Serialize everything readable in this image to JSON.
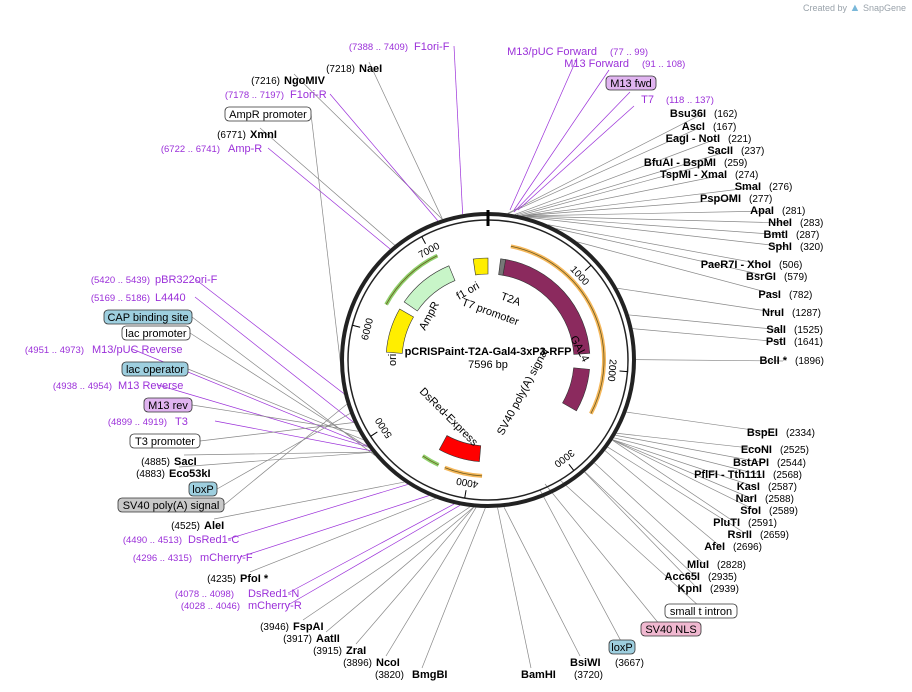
{
  "brand": {
    "created_by": "Created by",
    "name": "SnapGene"
  },
  "plasmid": {
    "name": "pCRISPaint-T2A-Gal4-3xP3-RFP",
    "length": "7596 bp",
    "total_bp": 7596
  },
  "ticks": [
    {
      "label": "1000",
      "bp": 1000
    },
    {
      "label": "2000",
      "bp": 2000
    },
    {
      "label": "3000",
      "bp": 3000
    },
    {
      "label": "4000",
      "bp": 4000
    },
    {
      "label": "5000",
      "bp": 5000
    },
    {
      "label": "6000",
      "bp": 6000
    },
    {
      "label": "7000",
      "bp": 7000
    }
  ],
  "features": [
    {
      "name": "GAL4",
      "start": 210,
      "end": 1820,
      "color": "#8b2a5e",
      "ring": "inner",
      "label_on_arc": true
    },
    {
      "name": "SV40 poly(A) signal",
      "start": 2010,
      "end": 2530,
      "color": "#8b2a5e",
      "ring": "inner",
      "label_on_arc": false
    },
    {
      "name": "DsRed-Express",
      "start": 3900,
      "end": 4400,
      "color": "#ff0000",
      "ring": "inner",
      "label_on_arc": false
    },
    {
      "name": "ori",
      "start": 5790,
      "end": 6330,
      "color": "#ffee00",
      "ring": "inner",
      "label_on_arc": true
    },
    {
      "name": "AmpR",
      "start": 6430,
      "end": 7120,
      "color": "#c8f5c8",
      "ring": "inner",
      "label_on_arc": false
    },
    {
      "name": "f1 ori",
      "start": 7420,
      "end": 7596,
      "color": "#ffee00",
      "ring": "inner",
      "label_on_arc": false
    },
    {
      "name": "T2A",
      "start": 150,
      "end": 210,
      "color": "#777777",
      "ring": "inner",
      "label_on_arc": false
    }
  ],
  "feature_labels": [
    {
      "text": "GAL4"
    },
    {
      "text": "SV40 poly(A) signal"
    },
    {
      "text": "DsRed-Express"
    },
    {
      "text": "ori"
    },
    {
      "text": "AmpR"
    },
    {
      "text": "f1 ori"
    },
    {
      "text": "T2A"
    },
    {
      "text": "T7 promoter"
    }
  ],
  "outer_arcs": [
    {
      "start": 240,
      "end": 2480,
      "color": "#f5b75a"
    },
    {
      "start": 3860,
      "end": 4260,
      "color": "#f5b75a"
    },
    {
      "start": 4330,
      "end": 4520,
      "color": "#8fd16c"
    },
    {
      "start": 6300,
      "end": 7050,
      "color": "#8fd16c"
    }
  ],
  "right_labels": [
    {
      "name": "Bsu36I",
      "pos": "(162)",
      "bp": 162
    },
    {
      "name": "AscI",
      "pos": "(167)",
      "bp": 167
    },
    {
      "name": "EagI   - NotI",
      "pos": "(221)",
      "bp": 221
    },
    {
      "name": "SacII",
      "pos": "(237)",
      "bp": 237
    },
    {
      "name": "BfuAI   - BspMI",
      "pos": "(259)",
      "bp": 259
    },
    {
      "name": "TspMI   - XmaI",
      "pos": "(274)",
      "bp": 274
    },
    {
      "name": "SmaI",
      "pos": "(276)",
      "bp": 276
    },
    {
      "name": "PspOMI",
      "pos": "(277)",
      "bp": 277
    },
    {
      "name": "ApaI",
      "pos": "(281)",
      "bp": 281
    },
    {
      "name": "NheI",
      "pos": "(283)",
      "bp": 283
    },
    {
      "name": "BmtI",
      "pos": "(287)",
      "bp": 287
    },
    {
      "name": "SphI",
      "pos": "(320)",
      "bp": 320
    },
    {
      "name": "PaeR7I   - XhoI",
      "pos": "(506)",
      "bp": 506
    },
    {
      "name": "BsrGI",
      "pos": "(579)",
      "bp": 579
    },
    {
      "name": "PasI",
      "pos": "(782)",
      "bp": 782
    },
    {
      "name": "NruI",
      "pos": "(1287)",
      "bp": 1287
    },
    {
      "name": "SalI",
      "pos": "(1525)",
      "bp": 1525
    },
    {
      "name": "PstI",
      "pos": "(1641)",
      "bp": 1641
    },
    {
      "name": "BclI *",
      "pos": "(1896)",
      "bp": 1896
    },
    {
      "name": "BspEI",
      "pos": "(2334)",
      "bp": 2334
    },
    {
      "name": "EcoNI",
      "pos": "(2525)",
      "bp": 2525
    },
    {
      "name": "BstAPI",
      "pos": "(2544)",
      "bp": 2544
    },
    {
      "name": "PflFI   - Tth111I",
      "pos": "(2568)",
      "bp": 2568
    },
    {
      "name": "KasI",
      "pos": "(2587)",
      "bp": 2587
    },
    {
      "name": "NarI",
      "pos": "(2588)",
      "bp": 2588
    },
    {
      "name": "SfoI",
      "pos": "(2589)",
      "bp": 2589
    },
    {
      "name": "PluTI",
      "pos": "(2591)",
      "bp": 2591
    },
    {
      "name": "RsrII",
      "pos": "(2659)",
      "bp": 2659
    },
    {
      "name": "AfeI",
      "pos": "(2696)",
      "bp": 2696
    },
    {
      "name": "MluI",
      "pos": "(2828)",
      "bp": 2828
    },
    {
      "name": "Acc65I",
      "pos": "(2935)",
      "bp": 2935
    },
    {
      "name": "KpnI",
      "pos": "(2939)",
      "bp": 2939
    }
  ],
  "right_primers": [
    {
      "name": "M13/pUC Forward",
      "pos": "(77 .. 99)"
    },
    {
      "name": "M13 Forward",
      "pos": "(91 .. 108)"
    },
    {
      "name": "T7",
      "pos": "(118 .. 137)"
    }
  ],
  "top_boxes": [
    {
      "name": "M13 fwd",
      "fill": "#e0b4f0"
    }
  ],
  "bottom_right_boxes": [
    {
      "name": "small t intron",
      "fill": "#ffffff"
    },
    {
      "name": "SV40 NLS",
      "fill": "#f0b8d0"
    },
    {
      "name": "loxP",
      "fill": "#9ecfdf"
    }
  ],
  "bottom_labels": [
    {
      "name": "BsiWI",
      "pos": "(3667)"
    },
    {
      "name": "BamHI",
      "pos": "(3720)"
    },
    {
      "name": "BmgBI",
      "pos": "(3820)"
    },
    {
      "name": "NcoI",
      "pos": "(3896)"
    },
    {
      "name": "ZraI",
      "pos": "(3915)"
    },
    {
      "name": "AatII",
      "pos": "(3917)"
    },
    {
      "name": "FspAI",
      "pos": "(3946)"
    },
    {
      "name": "PfoI *",
      "pos": "(4235)"
    },
    {
      "name": "AleI",
      "pos": "(4525)"
    },
    {
      "name": "Eco53kI",
      "pos": "(4883)"
    },
    {
      "name": "SacI",
      "pos": "(4885)"
    },
    {
      "name": "XmnI",
      "pos": "(6771)"
    },
    {
      "name": "NgoMIV",
      "pos": "(7216)"
    },
    {
      "name": "NaeI",
      "pos": "(7218)"
    }
  ],
  "left_primers": [
    {
      "name": "mCherry-R",
      "pos": "(4028 .. 4046)"
    },
    {
      "name": "DsRed1-N",
      "pos": "(4078 .. 4098)"
    },
    {
      "name": "mCherry-F",
      "pos": "(4296 .. 4315)"
    },
    {
      "name": "DsRed1-C",
      "pos": "(4490 .. 4513)"
    },
    {
      "name": "T3",
      "pos": "(4899 .. 4919)"
    },
    {
      "name": "M13 Reverse",
      "pos": "(4938 .. 4954)"
    },
    {
      "name": "M13/pUC Reverse",
      "pos": "(4951 .. 4973)"
    },
    {
      "name": "L4440",
      "pos": "(5169 .. 5186)"
    },
    {
      "name": "pBR322ori-F",
      "pos": "(5420 .. 5439)"
    },
    {
      "name": "Amp-R",
      "pos": "(6722 .. 6741)"
    },
    {
      "name": "F1ori-R",
      "pos": "(7178 .. 7197)"
    },
    {
      "name": "F1ori-F",
      "pos": "(7388 .. 7409)"
    }
  ],
  "left_boxes": [
    {
      "name": "CAP binding site",
      "fill": "#9ecfdf"
    },
    {
      "name": "lac promoter",
      "fill": "#ffffff"
    },
    {
      "name": "lac operator",
      "fill": "#9ecfdf"
    },
    {
      "name": "M13 rev",
      "fill": "#e0b4f0"
    },
    {
      "name": "T3 promoter",
      "fill": "#ffffff"
    },
    {
      "name": "loxP",
      "fill": "#9ecfdf"
    },
    {
      "name": "SV40 poly(A) signal",
      "fill": "#c8c8c8"
    },
    {
      "name": "AmpR promoter",
      "fill": "#ffffff"
    }
  ]
}
